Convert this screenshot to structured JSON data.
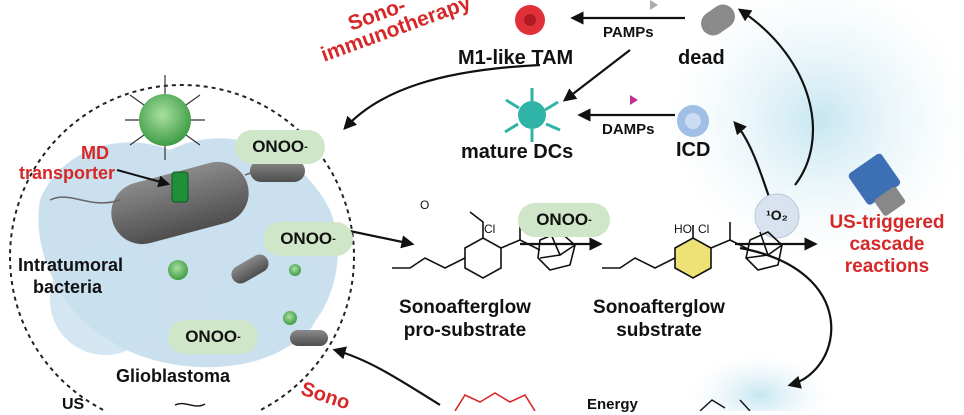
{
  "labels": {
    "sono_immunotherapy_1": "Sono-",
    "sono_immunotherapy_2": "immunotherapy",
    "m1_tam": "M1-like TAM",
    "pamps": "PAMPs",
    "dead": "dead",
    "damps": "DAMPs",
    "mature_dcs": "mature DCs",
    "icd": "ICD",
    "md_1": "MD",
    "md_2": "transporter",
    "onoo": "ONOO",
    "onoo_charge": "-",
    "intratumoral_1": "Intratumoral",
    "intratumoral_2": "bacteria",
    "glioblastoma": "Glioblastoma",
    "pro_substrate_1": "Sonoafterglow",
    "pro_substrate_2": "pro-substrate",
    "substrate_1": "Sonoafterglow",
    "substrate_2": "substrate",
    "singlet_oxygen": "¹O₂",
    "us_triggered_1": "US-triggered",
    "us_triggered_2": "cascade",
    "us_triggered_3": "reactions",
    "us_bottom": "US",
    "sono_bottom": "Sono",
    "energy": "Energy",
    "chem_O": "O",
    "chem_Cl": "Cl",
    "chem_HO": "HO"
  },
  "colors": {
    "red_text": "#d62828",
    "pill_green": "#cfe6c9",
    "tumor_blue": "#b9d6e8",
    "bacteria_gray": "#6b6b6b",
    "dc_teal": "#2fb3a6",
    "tam_red": "#e0303a",
    "ring_yellow": "#e8d84a"
  }
}
